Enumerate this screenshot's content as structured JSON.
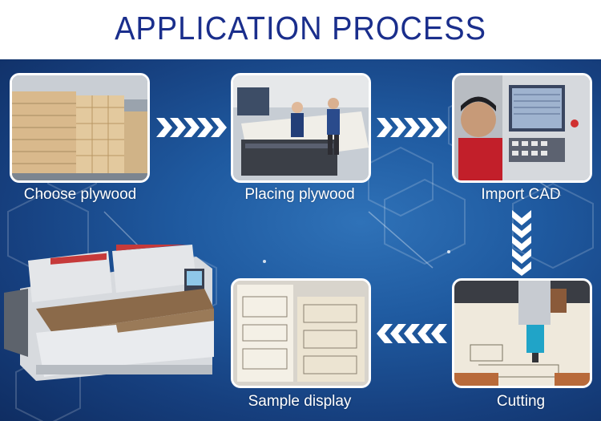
{
  "header": {
    "title": "APPLICATION PROCESS"
  },
  "steps": [
    {
      "label": "Choose plywood",
      "icon": "plywood-stack-photo"
    },
    {
      "label": "Placing plywood",
      "icon": "workers-placing-board-photo"
    },
    {
      "label": "Import CAD",
      "icon": "operator-at-control-panel-photo"
    },
    {
      "label": "Cutting",
      "icon": "laser-head-cutting-photo"
    },
    {
      "label": "Sample display",
      "icon": "cut-boards-display-photo"
    }
  ],
  "colors": {
    "title": "#1a2e8c",
    "background": "#1f5aa0",
    "border": "#ffffff"
  }
}
